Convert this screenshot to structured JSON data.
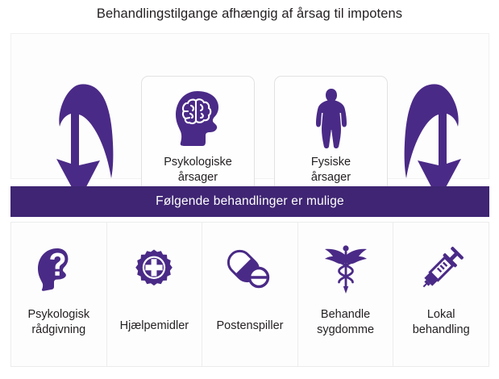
{
  "title": "Behandlingstilgange afhængig af årsag til impotens",
  "colors": {
    "banner_purple": "#3f2573",
    "icon_purple": "#4a2a87",
    "text": "#231f20",
    "panel_background": "#fdfdfd",
    "card_border": "#e2e2e2"
  },
  "causes": [
    {
      "label": "Psykologiske\nårsager",
      "label_line1": "Psykologiske",
      "label_line2": "årsager",
      "icon": "head-brain-icon"
    },
    {
      "label": "Fysiske\nårsager",
      "label_line1": "Fysiske",
      "label_line2": "årsager",
      "icon": "standing-person-icon"
    }
  ],
  "arrows": [
    {
      "name": "curved-arrow-down-left",
      "direction": "down"
    },
    {
      "name": "curved-arrow-down-right",
      "direction": "down"
    }
  ],
  "banner": {
    "text": "Følgende behandlinger er mulige"
  },
  "treatments": [
    {
      "label_line1": "Psykologisk",
      "label_line2": "rådgivning",
      "icon": "head-question-mark-icon"
    },
    {
      "label_line1": "Hjælpemidler",
      "label_line2": "",
      "icon": "gear-medical-cross-icon"
    },
    {
      "label_line1": "Postenspiller",
      "label_line2": "",
      "icon": "pills-icon"
    },
    {
      "label_line1": "Behandle",
      "label_line2": "sygdomme",
      "icon": "caduceus-icon"
    },
    {
      "label_line1": "Lokal",
      "label_line2": "behandling",
      "icon": "syringe-icon"
    }
  ]
}
